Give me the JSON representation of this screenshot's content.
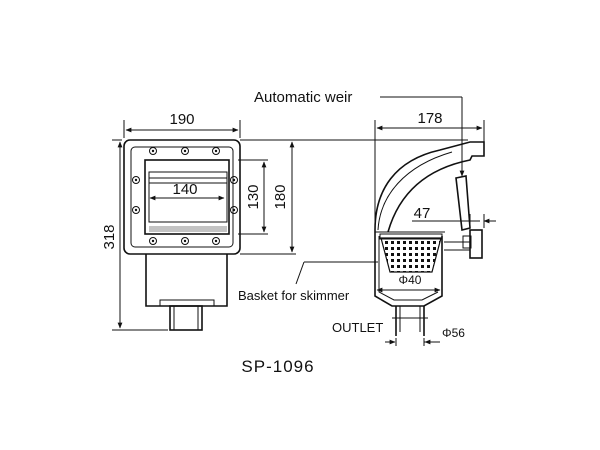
{
  "drawing": {
    "title": "SP-1096",
    "labels": {
      "automatic_weir": "Automatic weir",
      "basket_for_skimmer": "Basket for skimmer",
      "outlet": "OUTLET"
    },
    "dimensions": {
      "front_width": "190",
      "throat_width": "140",
      "throat_height": "130",
      "flange_height": "180",
      "total_height": "318",
      "side_depth": "178",
      "weir_offset": "47",
      "basket_diameter": "Φ40",
      "outlet_diameter": "Φ56"
    }
  }
}
